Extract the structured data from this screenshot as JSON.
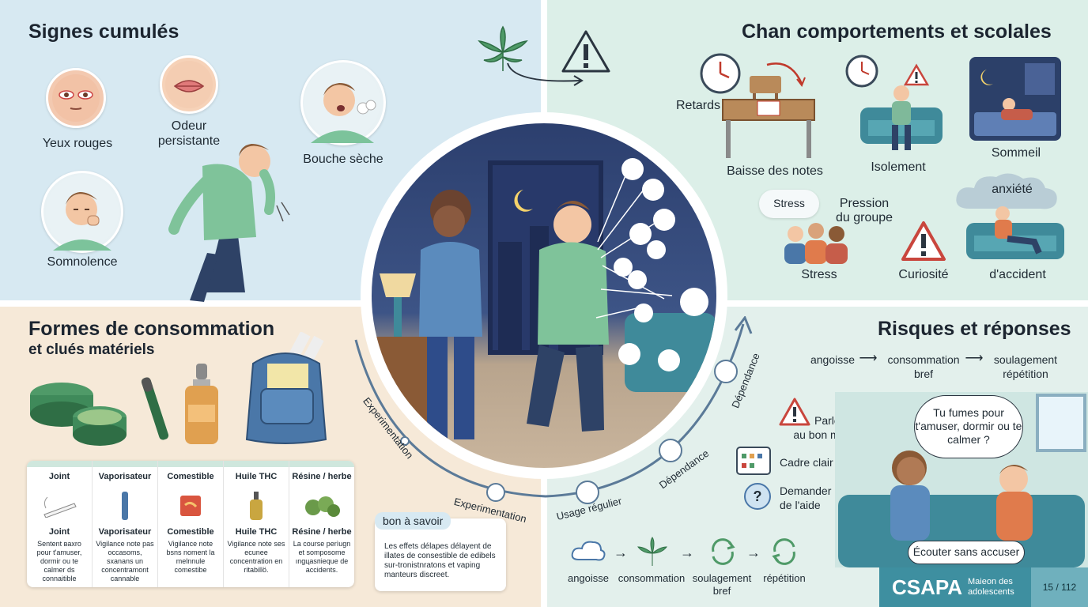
{
  "sections": {
    "signs_title": "Signes cumulés",
    "behaviour_title": "Chan comportements  et scolales",
    "forms_title": "Formes de consommation",
    "forms_subtitle": "et clués matériels",
    "risks_title": "Risques et réponses"
  },
  "signs": {
    "red_eyes": "Yeux rouges",
    "smell_line1": "Odeur",
    "smell_line2": "persistante",
    "dry_mouth": "Bouche sèche",
    "drowsiness": "Somnolence"
  },
  "behaviour": {
    "late": "Retards",
    "grades": "Baisse des notes",
    "isolation": "Isolement",
    "sleep": "Sommeil",
    "stress_cloud": "Stress",
    "pressure_line1": "Pression",
    "pressure_line2": "du groupe",
    "anxiety": "anxiété",
    "stress": "Stress",
    "curiosity": "Curiosité",
    "accident": "d'accident"
  },
  "forms_table": {
    "columns": [
      {
        "header": "Joint",
        "name": "Joint",
        "desc": "Sentent ваxro pour t'amuser, dormir ou te calmer ds connaitible"
      },
      {
        "header": "Vaporisateur",
        "name": "Vaporisateur",
        "desc": "Vigilance note pas occasoms, sxanans un concentramont cannable"
      },
      {
        "header": "Comestible",
        "name": "Comestible",
        "desc": "Vigilance note bsns noment la melnnule comestibe"
      },
      {
        "header": "Huile THC",
        "name": "Huile THC",
        "desc": "Vigilance note ses ecunee concentration en ritabillö."
      },
      {
        "header": "Résine / herbe",
        "name": "Résine / herbe",
        "desc": "La course perìugn et somposome ıngцasпieque de accidents."
      }
    ]
  },
  "tip": {
    "title": "bon à savoir",
    "text": "Les effets délapes délayent de illates de consestible de edibels sur-tronistnratons et vaping manteurs discreet."
  },
  "stages": {
    "experimentation_outer": "Experimentation",
    "experimentation_inner": "Experimentation",
    "regular": "Usage régulier",
    "dependence_low": "Dépendance",
    "dependence_high": "Dépendance"
  },
  "cycle_text": {
    "anxiety": "angoisse",
    "consumption": "consommation",
    "consumption_sub": "bref",
    "relief": "soulagement",
    "relief_sub": "répétition",
    "arrow": "⟶"
  },
  "responses": {
    "talk_line1": "Parler",
    "talk_line2": "au bon moment",
    "frame": "Cadre clair",
    "help_line1": "Demander",
    "help_line2": "de l'aide"
  },
  "speech": {
    "question": "Tu fumes pour t'amuser, dormir ou te calmer ?",
    "listen": "Écouter sans accuser"
  },
  "bottom_cycle": {
    "anxiety": "angoisse",
    "consumption": "consommation",
    "relief": "soulagement",
    "relief_sub": "bref",
    "repetition": "répétition",
    "arrow": "→"
  },
  "footer": {
    "logo": "CSAPA",
    "logo_sub_line1": "Maieon des",
    "logo_sub_line2": "adolescents",
    "page": "15 / 112"
  },
  "colors": {
    "accent_teal": "#3e8fa0",
    "leaf_green": "#3f8a5a",
    "warning_red": "#c9463d"
  }
}
